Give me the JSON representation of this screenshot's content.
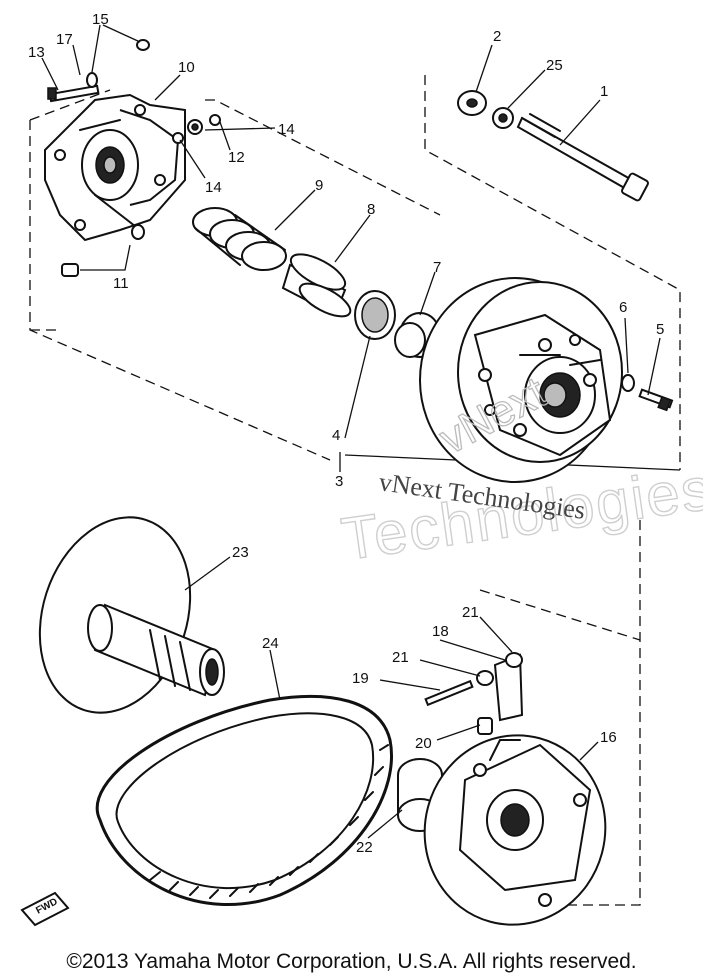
{
  "diagram": {
    "callouts": [
      "1",
      "2",
      "3",
      "4",
      "5",
      "6",
      "7",
      "8",
      "9",
      "10",
      "11",
      "12",
      "13",
      "14",
      "14",
      "15",
      "16",
      "17",
      "18",
      "19",
      "20",
      "21",
      "21",
      "22",
      "23",
      "24",
      "25"
    ],
    "fwd_label": "FWD",
    "watermark": {
      "line1": "vNext Technologies",
      "line2": "Technologies",
      "line3": "vNext"
    }
  },
  "footer": {
    "copyright": "©2013 Yamaha Motor Corporation, U.S.A. All rights reserved."
  }
}
